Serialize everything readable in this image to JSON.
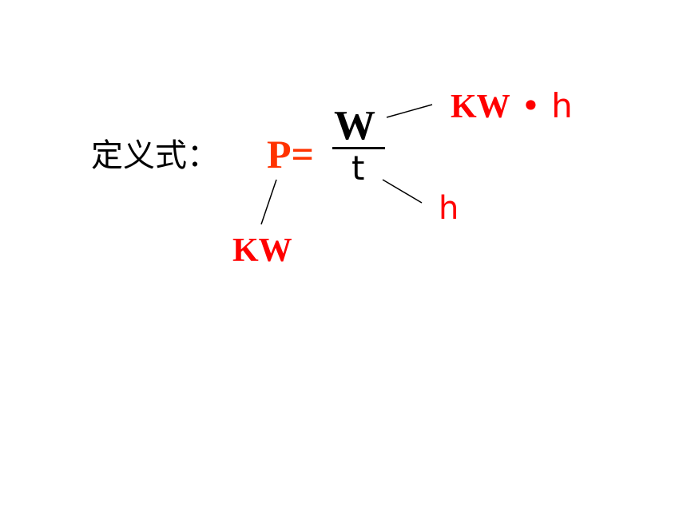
{
  "definition": {
    "label": "定义式：",
    "lhs": "P=",
    "numerator": "W",
    "denominator": "t"
  },
  "units": {
    "energy_kw": "KW",
    "energy_dot": " • ",
    "energy_h": "h",
    "time": "h",
    "power": "KW"
  },
  "colors": {
    "formula_lhs": "#ff3300",
    "unit": "#ff0000",
    "text": "#000000"
  }
}
